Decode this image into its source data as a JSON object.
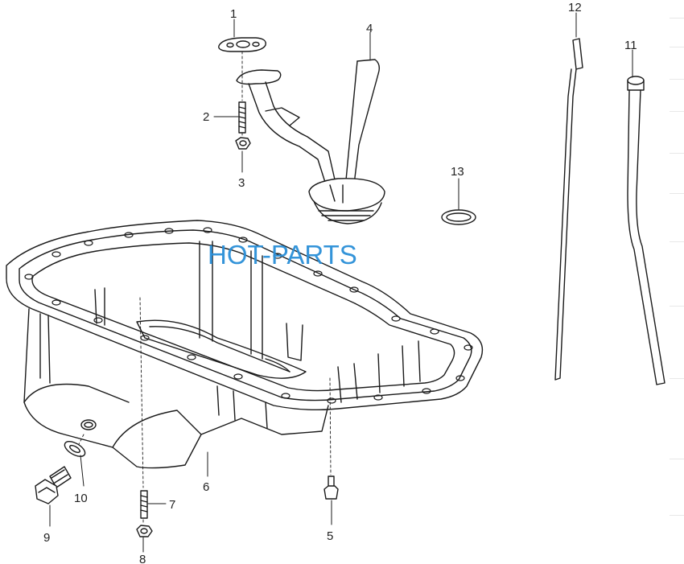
{
  "watermark": "HOT-PARTS",
  "callouts": {
    "c1": "1",
    "c2": "2",
    "c3": "3",
    "c4": "4",
    "c5": "5",
    "c6": "6",
    "c7": "7",
    "c8": "8",
    "c9": "9",
    "c10": "10",
    "c11": "11",
    "c12": "12",
    "c13": "13"
  },
  "colors": {
    "line": "#1a1a1a",
    "watermark": "#2a8fd8",
    "background": "#ffffff"
  }
}
